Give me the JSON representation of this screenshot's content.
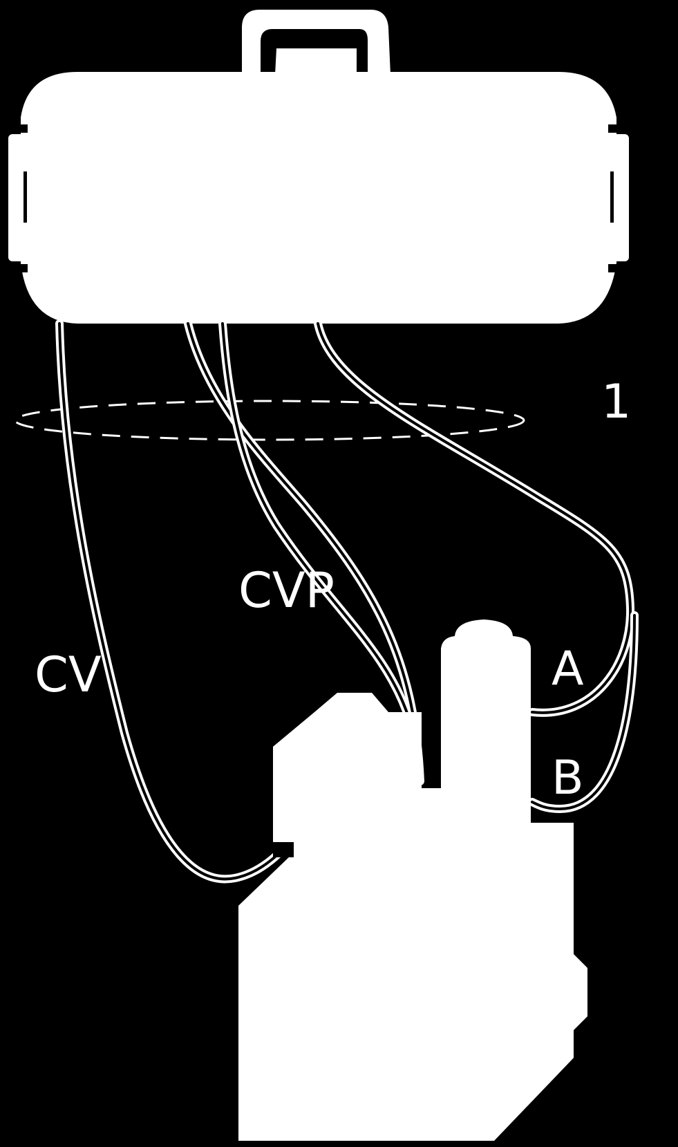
{
  "diagram": {
    "background_color": "#000000",
    "foreground_color": "#ffffff",
    "labels": {
      "cv": "CV",
      "cvp": "CVP",
      "port_a": "A",
      "port_b": "B",
      "section_1": "1"
    }
  }
}
